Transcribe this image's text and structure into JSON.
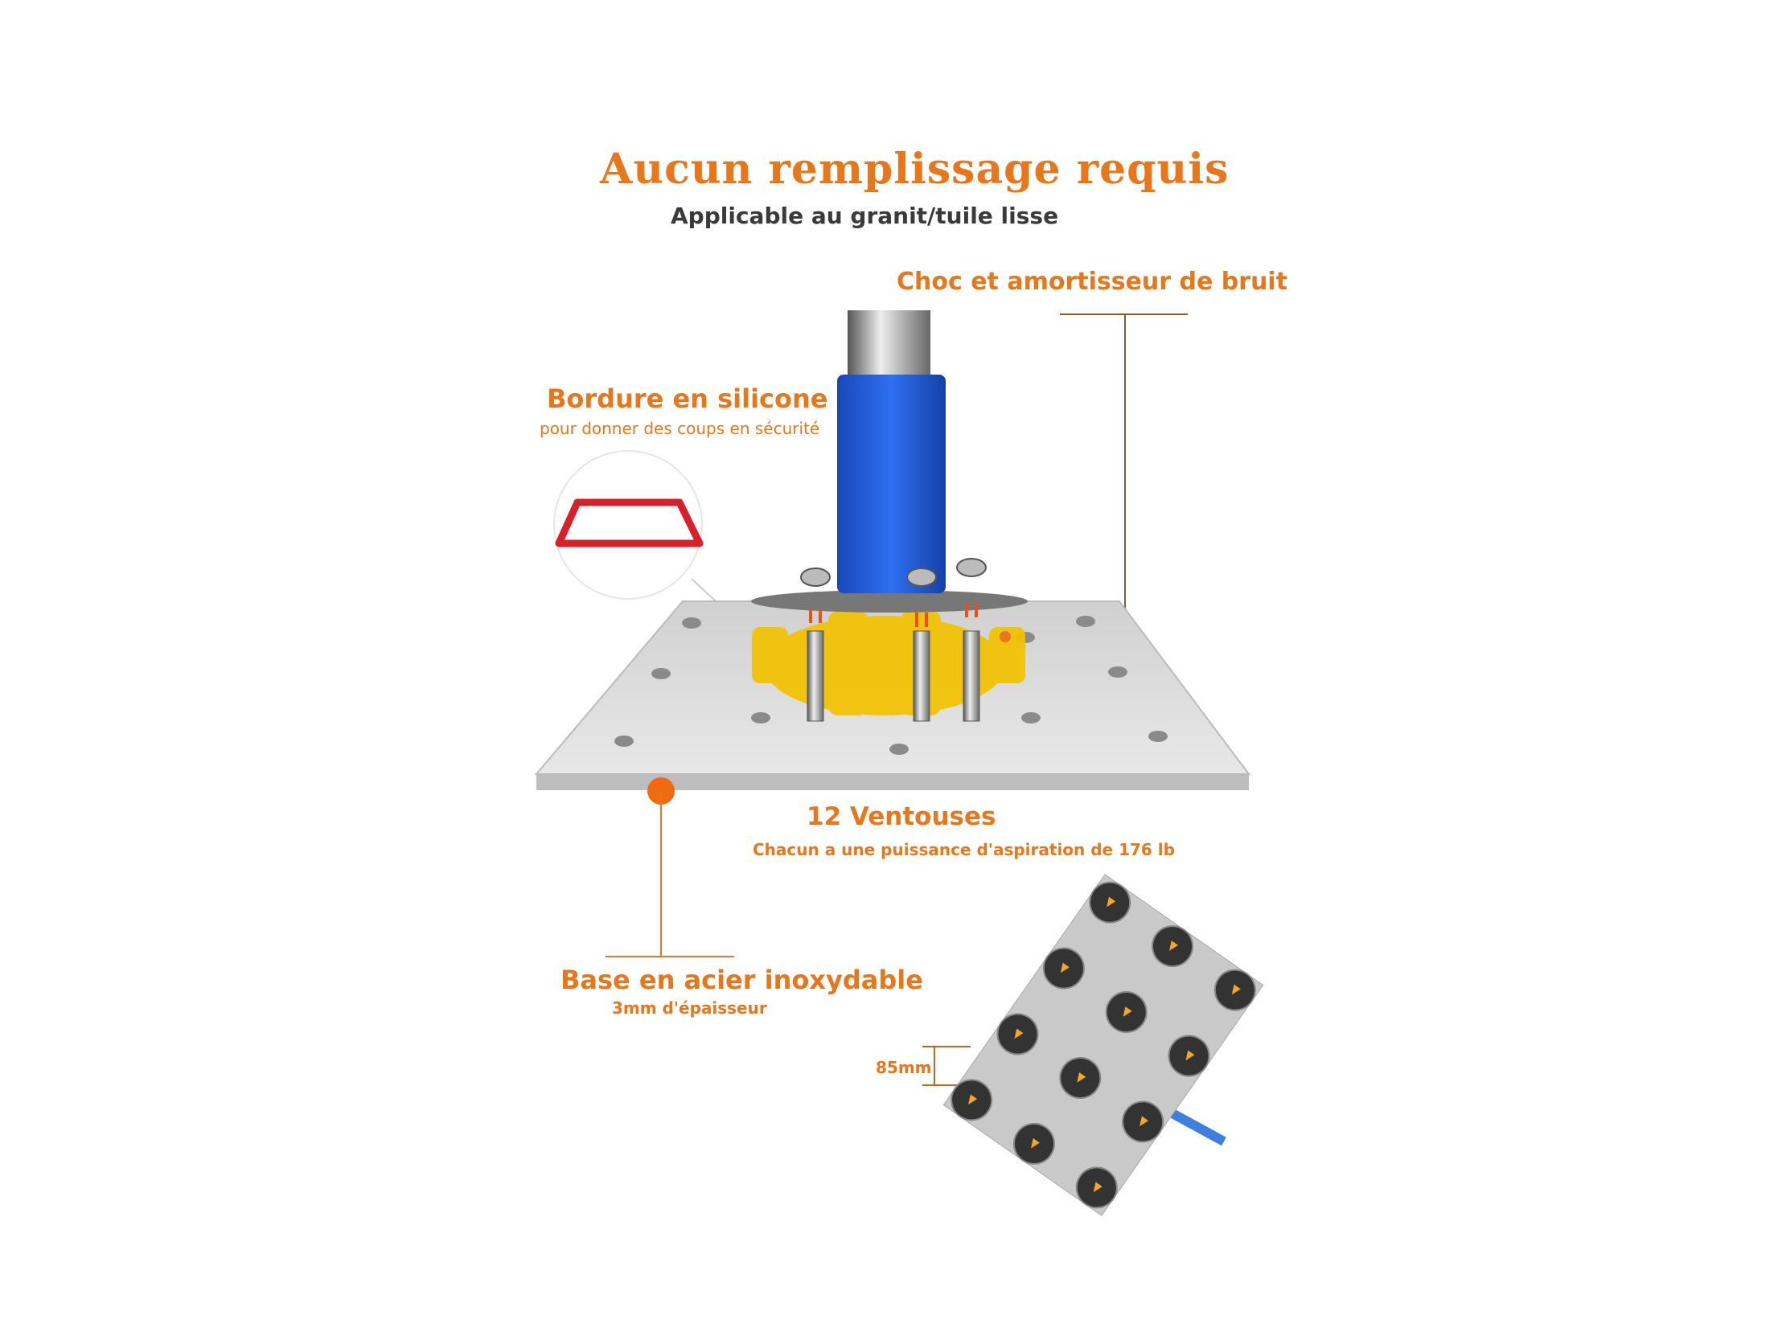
{
  "title": "Aucun remplissage requis",
  "subtitle": "Applicable au granit/tuile lisse",
  "callouts": {
    "shock": {
      "label": "Choc et amortisseur de bruit"
    },
    "silicone": {
      "label": "Bordure en silicone",
      "detail": "pour donner des coups en sécurité"
    },
    "suction": {
      "label": "12 Ventouses",
      "detail": "Chacun a une puissance d'aspiration de 176 lb"
    },
    "base": {
      "label": "Base en acier inoxydable",
      "detail": "3mm d'épaisseur"
    },
    "dimension": {
      "label": "85mm"
    }
  },
  "colors": {
    "accent": "#e8771c",
    "text_dark": "#3a3a3a",
    "pole_blue": "#1f5fd6",
    "buffer_yellow": "#f2c200",
    "plate": "#d9d9d9"
  }
}
